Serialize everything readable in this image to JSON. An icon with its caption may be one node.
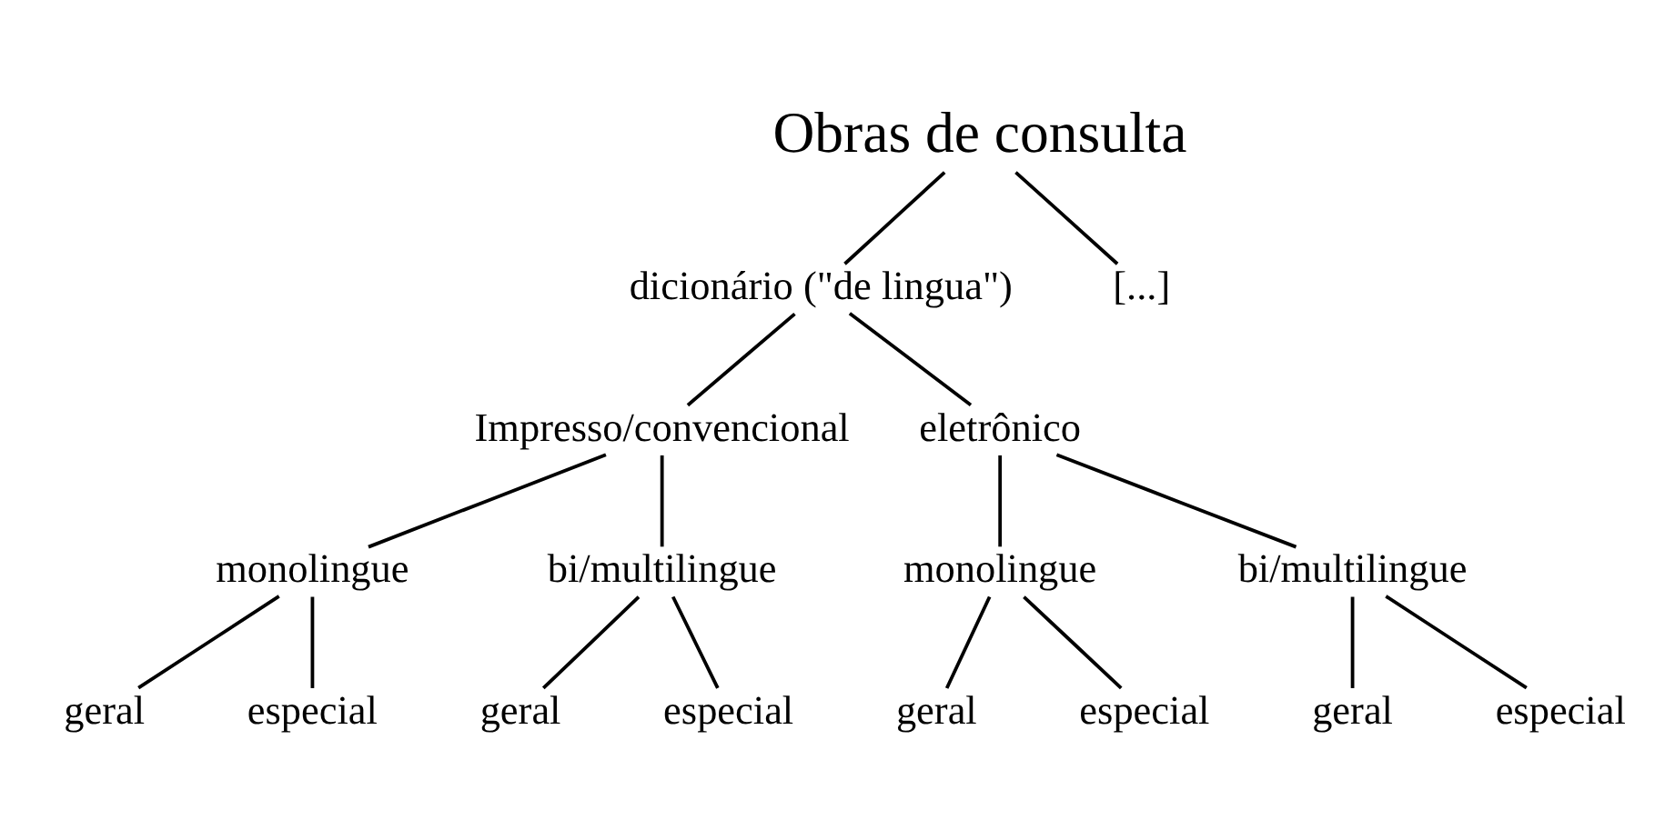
{
  "diagram": {
    "nodes": [
      {
        "text": [
          "Obras de consulta"
        ]
      },
      {
        "text": [
          "dicionário (\"de lingua\")"
        ]
      },
      {
        "text": [
          "[...]"
        ]
      },
      {
        "text": [
          "Impresso/convencional"
        ]
      },
      {
        "text": [
          "eletrônico"
        ]
      },
      {
        "text": [
          "monolingue"
        ]
      },
      {
        "text": [
          "bi/multilingue"
        ]
      },
      {
        "text": [
          "monolingue"
        ]
      },
      {
        "text": [
          "bi/multilingue"
        ]
      },
      {
        "text": [
          "geral"
        ]
      },
      {
        "text": [
          "especial"
        ]
      },
      {
        "text": [
          "geral"
        ]
      },
      {
        "text": [
          "especial"
        ]
      },
      {
        "text": [
          "geral"
        ]
      },
      {
        "text": [
          "especial"
        ]
      },
      {
        "text": [
          "geral"
        ]
      },
      {
        "text": [
          "especial"
        ]
      }
    ],
    "edges": [
      {
        "from": 0,
        "to": 1,
        "arrow": "none"
      },
      {
        "from": 0,
        "to": 2,
        "arrow": "none"
      },
      {
        "from": 1,
        "to": 3,
        "arrow": "none"
      },
      {
        "from": 1,
        "to": 4,
        "arrow": "none"
      },
      {
        "from": 3,
        "to": 5,
        "arrow": "none"
      },
      {
        "from": 3,
        "to": 6,
        "arrow": "none"
      },
      {
        "from": 4,
        "to": 7,
        "arrow": "none"
      },
      {
        "from": 4,
        "to": 8,
        "arrow": "none"
      },
      {
        "from": 5,
        "to": 9,
        "arrow": "none"
      },
      {
        "from": 5,
        "to": 10,
        "arrow": "none"
      },
      {
        "from": 6,
        "to": 11,
        "arrow": "none"
      },
      {
        "from": 6,
        "to": 12,
        "arrow": "none"
      },
      {
        "from": 7,
        "to": 13,
        "arrow": "none"
      },
      {
        "from": 7,
        "to": 14,
        "arrow": "none"
      },
      {
        "from": 8,
        "to": 15,
        "arrow": "none"
      },
      {
        "from": 8,
        "to": 16,
        "arrow": "none"
      }
    ]
  }
}
